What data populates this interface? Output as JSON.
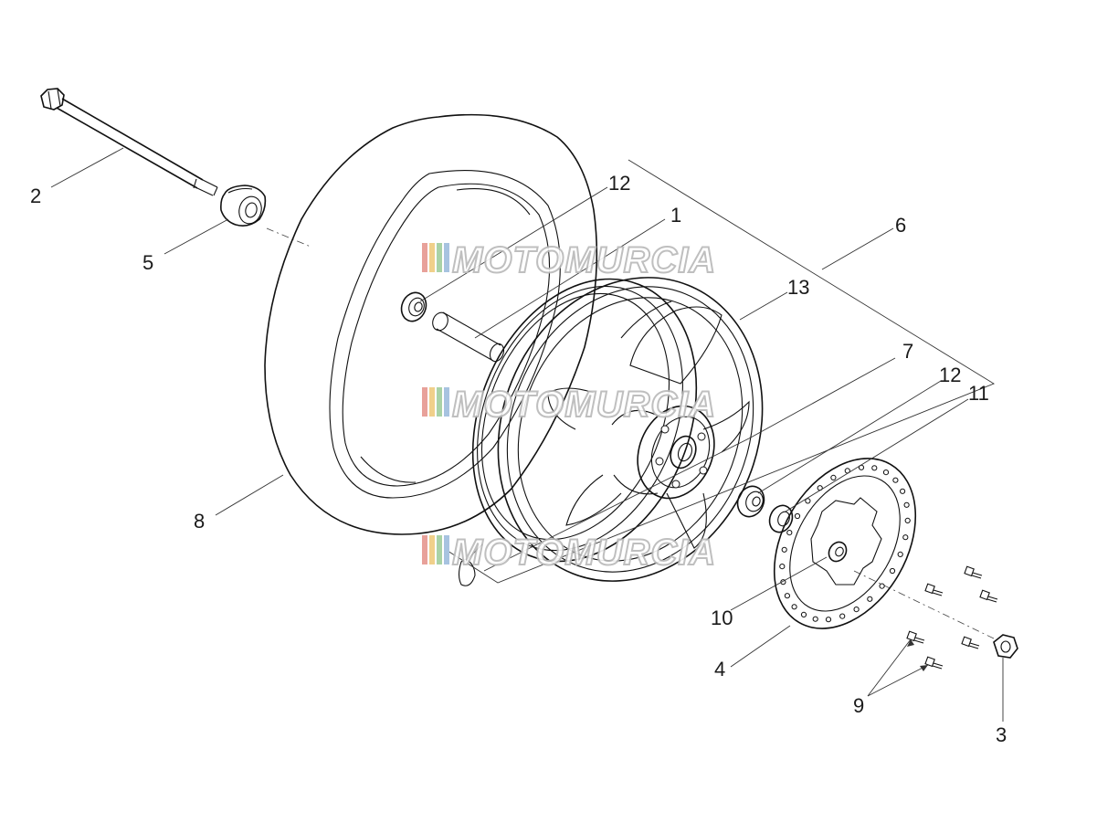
{
  "diagram": {
    "watermark": {
      "text": "MOTOMURCIA",
      "stripe_colors": [
        "#e8a19a",
        "#f0d08a",
        "#a9d2a6",
        "#a7c3e0"
      ]
    },
    "callouts": [
      {
        "id": "2",
        "label": "2"
      },
      {
        "id": "5",
        "label": "5"
      },
      {
        "id": "12a",
        "label": "12"
      },
      {
        "id": "1",
        "label": "1"
      },
      {
        "id": "6",
        "label": "6"
      },
      {
        "id": "13",
        "label": "13"
      },
      {
        "id": "7",
        "label": "7"
      },
      {
        "id": "12b",
        "label": "12"
      },
      {
        "id": "11",
        "label": "11"
      },
      {
        "id": "8",
        "label": "8"
      },
      {
        "id": "10",
        "label": "10"
      },
      {
        "id": "4",
        "label": "4"
      },
      {
        "id": "9",
        "label": "9"
      },
      {
        "id": "3",
        "label": "3"
      }
    ]
  }
}
